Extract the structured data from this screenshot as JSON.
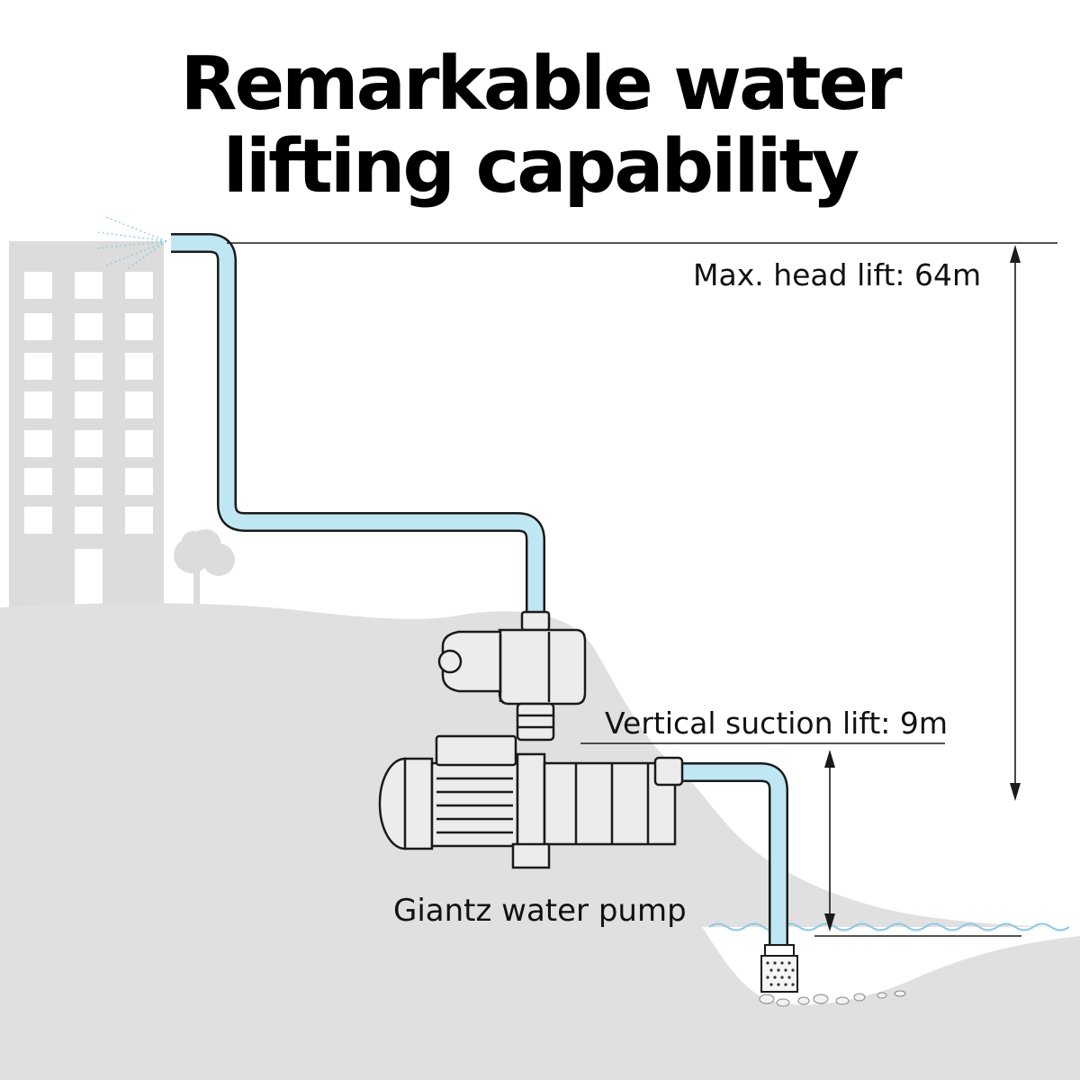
{
  "title": {
    "line1": "Remarkable water",
    "line2": "lifting capability"
  },
  "labels": {
    "max_head_lift": "Max. head lift: 64m",
    "vertical_suction_lift": "Vertical suction lift: 9m",
    "pump_name": "Giantz water pump"
  },
  "colors": {
    "pipe_fill": "#bfe6f3",
    "pipe_outline": "#1a1a1a",
    "building_gray": "#dcdcdc",
    "ground_gray": "#e0e0e0",
    "water_blue": "#8cc9e6",
    "text": "#111111"
  },
  "icons": [
    "building-icon",
    "tree-icon",
    "spray-nozzle-icon",
    "water-pump-icon",
    "pressure-controller-icon",
    "strainer-icon",
    "water-waves-icon",
    "double-arrow-icon"
  ]
}
